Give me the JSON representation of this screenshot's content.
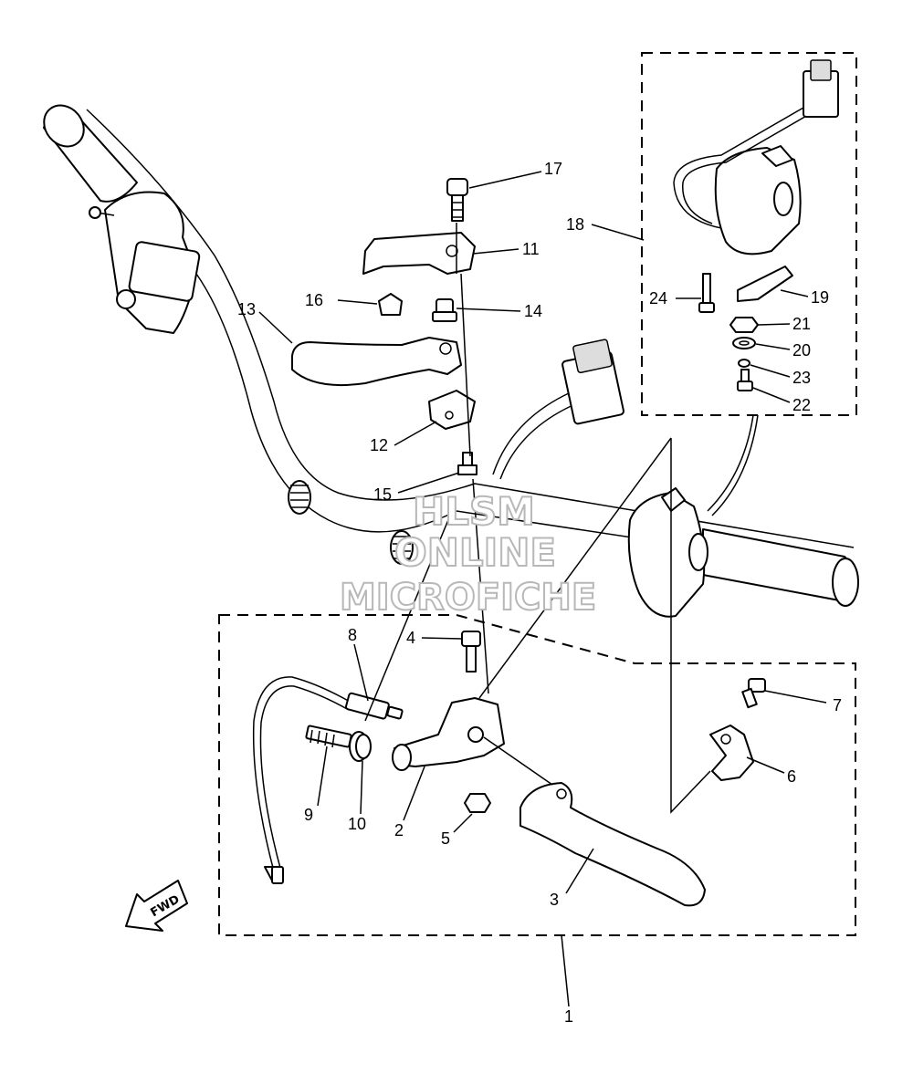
{
  "callouts": {
    "c1": "1",
    "c2": "2",
    "c3": "3",
    "c4": "4",
    "c5": "5",
    "c6": "6",
    "c7": "7",
    "c8": "8",
    "c9": "9",
    "c10": "10",
    "c11": "11",
    "c12": "12",
    "c13": "13",
    "c14": "14",
    "c15": "15",
    "c16": "16",
    "c17": "17",
    "c18": "18",
    "c19": "19",
    "c20": "20",
    "c21": "21",
    "c22": "22",
    "c23": "23",
    "c24": "24"
  },
  "watermark": {
    "line1": "HLSM",
    "line2": "ONLINE",
    "line3": "MICROFICHE"
  },
  "direction_badge": {
    "label": "FWD"
  }
}
